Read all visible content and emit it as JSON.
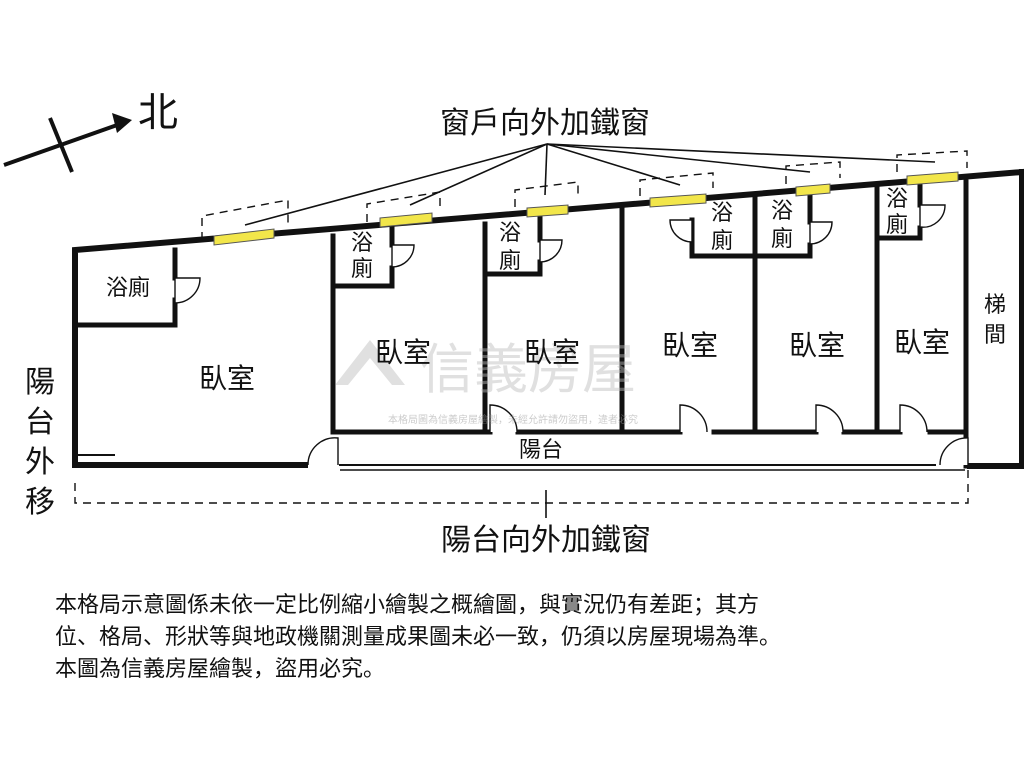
{
  "north_label": "北",
  "windows_label": "窗戶向外加鐵窗",
  "balcony_windows_label": "陽台向外加鐵窗",
  "balcony_label": "陽台",
  "balcony_shift_label": [
    "陽",
    "台",
    "外",
    "移"
  ],
  "stair_label": [
    "梯",
    "間"
  ],
  "bathroom_label": "浴廁",
  "bathroom_stacked": [
    "浴",
    "廁"
  ],
  "bedroom_label": "臥室",
  "watermark_brand": "信義房屋",
  "watermark_note": "本格局圖為信義房屋繪製，未經允許請勿盜用，違者必究",
  "disclaimer_lines": [
    "本格局示意圖係未依一定比例縮小繪製之概繪圖，與實況仍有差距；其方",
    "位、格局、形狀等與地政機關測量成果圖未必一致，仍須以房屋現場為準。",
    "本圖為信義房屋繪製，盜用必究。"
  ],
  "colors": {
    "wall": "#111111",
    "window_bar": "#f2e64a",
    "watermark": "#bbbbbb"
  }
}
